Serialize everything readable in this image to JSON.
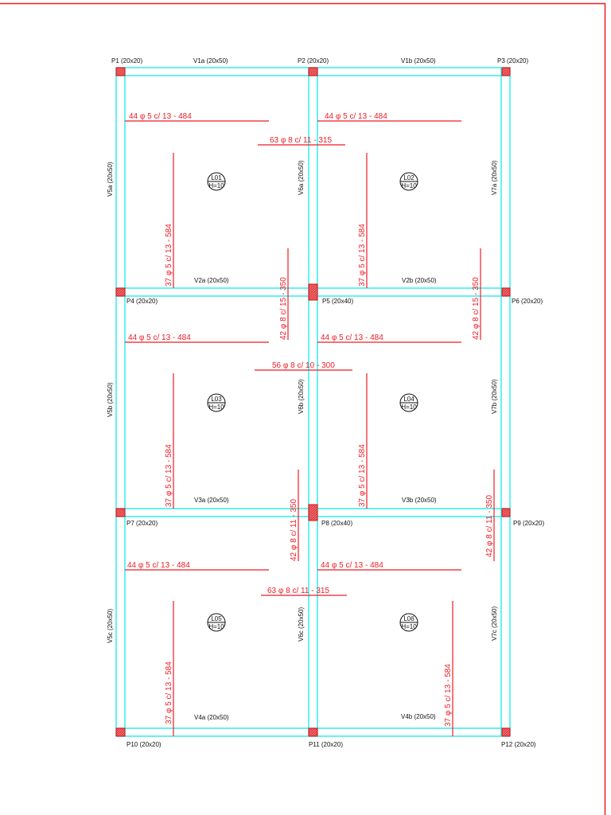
{
  "colors": {
    "beam": "#33eeee",
    "rebar": "#ee1c24",
    "column_fill": "#ee5a5f",
    "column_stroke": "#dd1111",
    "text": "#111111",
    "frame": "#ee1c24",
    "background": "#ffffff"
  },
  "columns": [
    {
      "id": "P1",
      "label": "P1 (20x20)"
    },
    {
      "id": "P2",
      "label": "P2 (20x20)"
    },
    {
      "id": "P3",
      "label": "P3 (20x20)"
    },
    {
      "id": "P4",
      "label": "P4 (20x20)"
    },
    {
      "id": "P5",
      "label": "P5 (20x40)"
    },
    {
      "id": "P6",
      "label": "P6 (20x20)"
    },
    {
      "id": "P7",
      "label": "P7 (20x20)"
    },
    {
      "id": "P8",
      "label": "P8 (20x40)"
    },
    {
      "id": "P9",
      "label": "P9 (20x20)"
    },
    {
      "id": "P10",
      "label": "P10 (20x20)"
    },
    {
      "id": "P11",
      "label": "P11 (20x20)"
    },
    {
      "id": "P12",
      "label": "P12 (20x20)"
    }
  ],
  "beams": {
    "V1a": "V1a (20x50)",
    "V1b": "V1b (20x50)",
    "V2a": "V2a (20x50)",
    "V2b": "V2b (20x50)",
    "V3a": "V3a (20x50)",
    "V3b": "V3b (20x50)",
    "V4a": "V4a (20x50)",
    "V4b": "V4b (20x50)",
    "V5a": "V5a (20x50)",
    "V5b": "V5b (20x50)",
    "V5c": "V5c (20x50)",
    "V6a": "V6a (20x50)",
    "V6b": "V6b (20x50)",
    "V6c": "V6c (20x50)",
    "V7a": "V7a (20x50)",
    "V7b": "V7b (20x50)",
    "V7c": "V7c (20x50)"
  },
  "slabs": [
    {
      "id": "L01",
      "name": "L01",
      "thickness": "H=10"
    },
    {
      "id": "L02",
      "name": "L02",
      "thickness": "H=10"
    },
    {
      "id": "L03",
      "name": "L03",
      "thickness": "H=10"
    },
    {
      "id": "L04",
      "name": "L04",
      "thickness": "H=10"
    },
    {
      "id": "L05",
      "name": "L05",
      "thickness": "H=10"
    },
    {
      "id": "L06",
      "name": "L06",
      "thickness": "H=10"
    }
  ],
  "rebars": {
    "l01_horiz": "44 φ 5 c/ 13 - 484",
    "l02_horiz": "44 φ 5 c/ 13 - 484",
    "l03_horiz": "44 φ 5 c/ 13 - 484",
    "l04_horiz": "44 φ 5 c/ 13 - 484",
    "l05_horiz": "44 φ 5 c/ 13 - 484",
    "l06_horiz": "44 φ 5 c/ 13 - 484",
    "l01_vert": "37 φ 5 c/ 13 - 584",
    "l02_vert": "37 φ 5 c/ 13 - 584",
    "l03_vert": "37 φ 5 c/ 13 - 584",
    "l04_vert": "37 φ 5 c/ 13 - 584",
    "l05_vert": "37 φ 5 c/ 13 - 584",
    "l06_vert": "37 φ 5 c/ 13 - 584",
    "neg_top_mid": "63 φ 8 c/ 11 - 315",
    "neg_middle_mid": "56 φ 8 c/ 10 - 300",
    "neg_bottom_mid": "63 φ 8 c/ 11 - 315",
    "neg_v2_left": "42 φ 8 c/ 15 - 350",
    "neg_v2_right": "42 φ 8 c/ 15 - 350",
    "neg_v3_left": "42 φ 8 c/ 11 - 350",
    "neg_v3_right": "42 φ 8 c/ 11 - 350"
  }
}
